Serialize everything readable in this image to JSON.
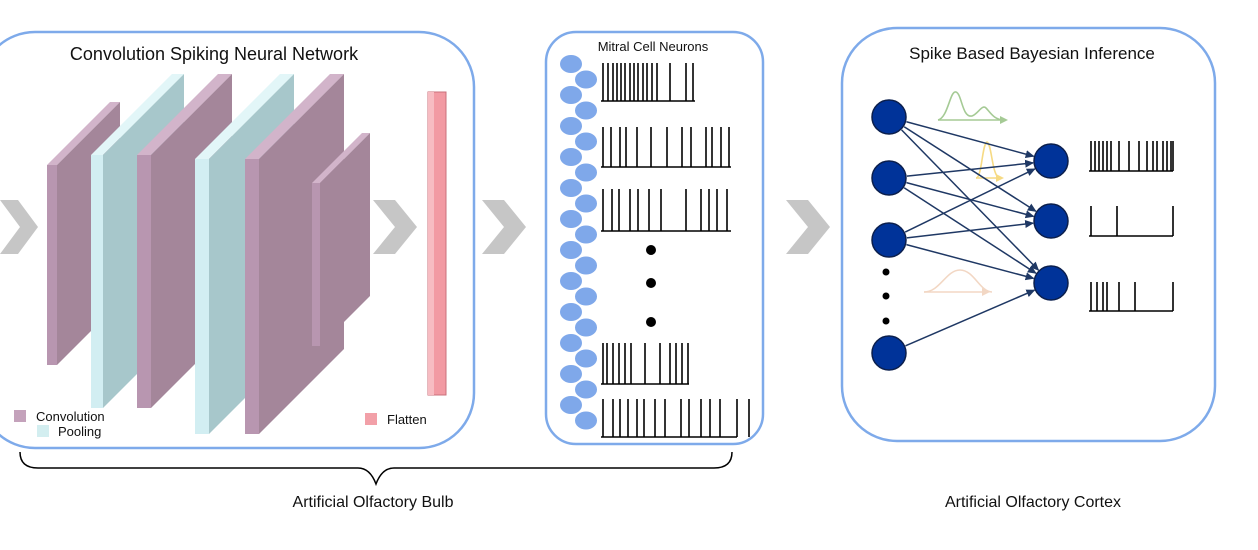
{
  "cnn": {
    "title": "Convolution Spiking Neural Network",
    "legend": {
      "convolution": {
        "label": "Convolution",
        "color": "#c4a2bb"
      },
      "pooling": {
        "label": "Pooling",
        "color": "#d3eef0"
      },
      "flatten": {
        "label": "Flatten",
        "color": "#f2a0a8"
      }
    }
  },
  "mitral": {
    "title": "Mitral Cell Neurons",
    "neuron_color": "#7fa8ea"
  },
  "bayes": {
    "title": "Spike Based  Bayesian Inference",
    "neuron_color": "#003399"
  },
  "labels": {
    "bulb": "Artificial Olfactory Bulb",
    "cortex": "Artificial Olfactory Cortex"
  },
  "colors": {
    "panel_border": "#7eaaea",
    "arrow": "#c6c6c6",
    "edge": "#1f3864"
  }
}
